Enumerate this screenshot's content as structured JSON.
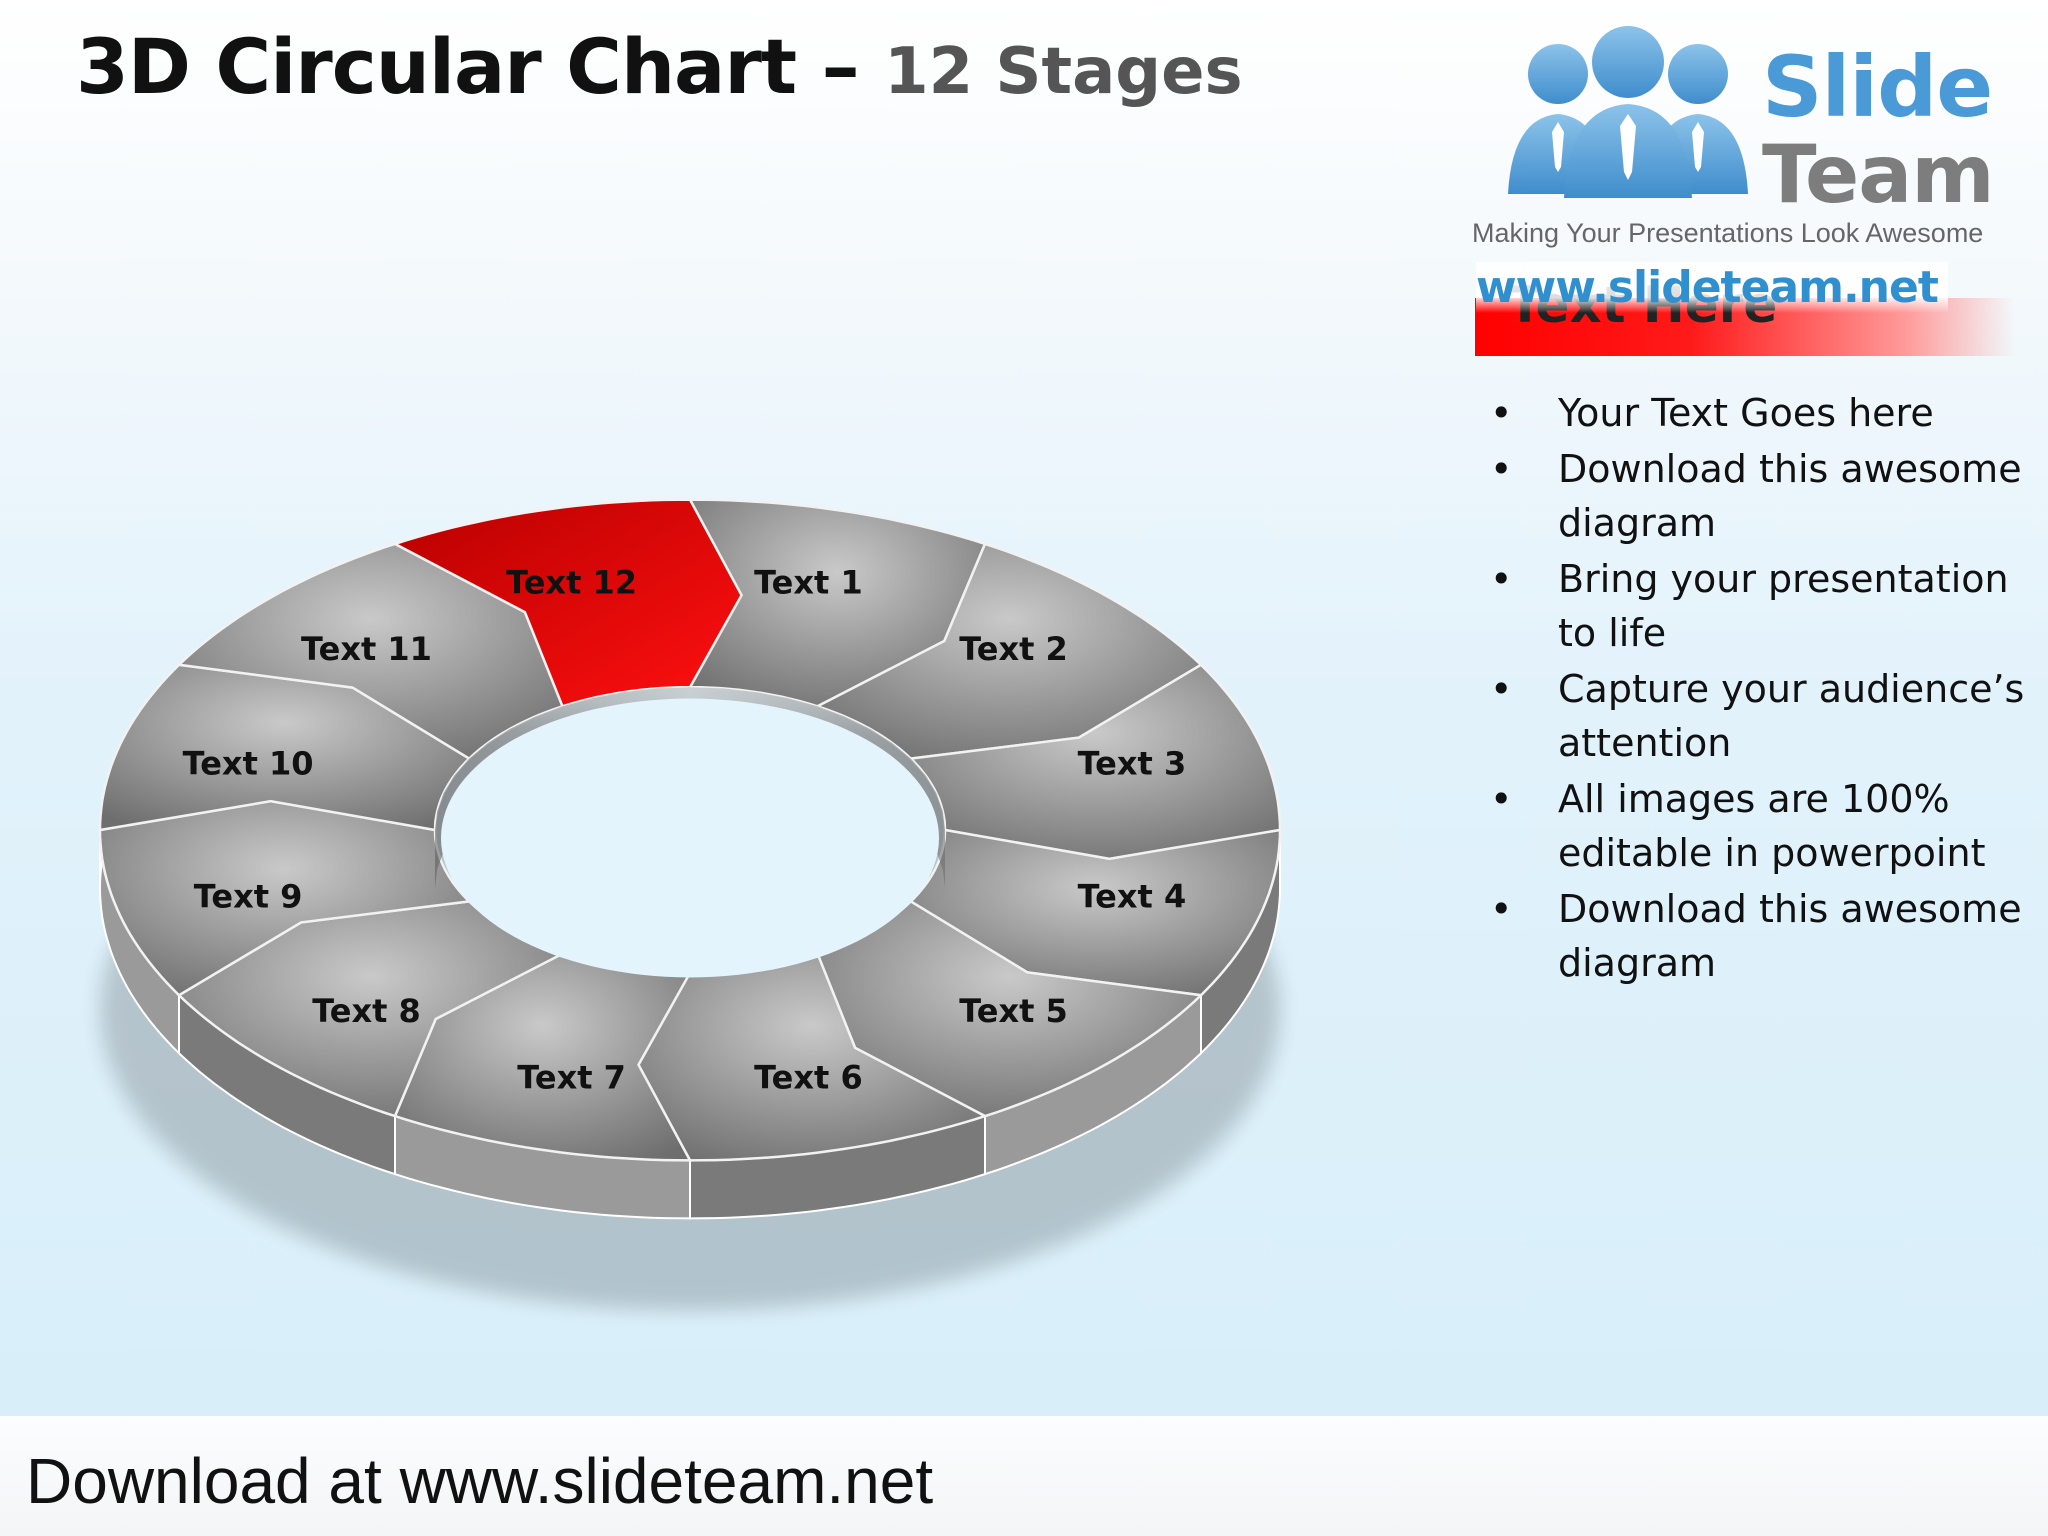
{
  "slide": {
    "title_main": "3D Circular Chart –",
    "title_sub": "12 Stages"
  },
  "logo": {
    "word_slide": "Slide",
    "word_team": "Team",
    "tagline": "Making Your Presentations Look Awesome",
    "url": "www.slideteam.net",
    "icon": "people-group-icon"
  },
  "sidebar": {
    "heading": "Text Here",
    "bullets": [
      "Your Text Goes here",
      "Download this awesome diagram",
      "Bring your presentation to life",
      "Capture your audience’s attention",
      "All images are 100% editable in powerpoint",
      "Download this awesome diagram"
    ]
  },
  "diagram": {
    "stages": [
      "Text 1",
      "Text 2",
      "Text 3",
      "Text 4",
      "Text 5",
      "Text 6",
      "Text 7",
      "Text 8",
      "Text 9",
      "Text 10",
      "Text 11",
      "Text 12"
    ],
    "highlighted_stage": "Text 12",
    "highlight_color": "#e00000",
    "segment_color": "#8c8c8c"
  },
  "footer": {
    "text": "Download at www.slideteam.net"
  }
}
